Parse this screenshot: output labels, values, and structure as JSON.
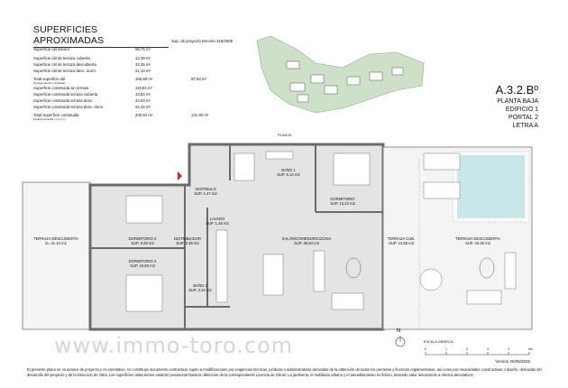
{
  "surfaces": {
    "title": "SUPERFICIES APROXIMADAS",
    "header": "Sup. de proyecto  Decreto 218/2005",
    "rows": [
      {
        "label": "Superficie útil interior",
        "note": "",
        "value": "68,75  m²",
        "decree": ""
      },
      {
        "label": "Superficie útil de terraza cubierta",
        "note": "",
        "value": "13,39  m²",
        "decree": ""
      },
      {
        "label": "Superficie útil de terraza descubierta",
        "note": "",
        "value": "43,35  m²",
        "decree": ""
      },
      {
        "label": "Superficie útil de terraza desc. dorm.",
        "note": "",
        "value": "21,10  m²",
        "decree": ""
      },
      {
        "label": "Total superficie útil",
        "note": "(incluye interior y terrazas)",
        "value": "166,59  m²",
        "decree": "97,63  m²"
      },
      {
        "label": "Superficie construida sin terraza",
        "note": "",
        "value": "119,82  m²",
        "decree": ""
      },
      {
        "label": "Superficie construida terraza cubierta",
        "note": "",
        "value": "13,84  m²",
        "decree": ""
      },
      {
        "label": "Superficie construida terraza desc.",
        "note": "",
        "value": "44,84  m²",
        "decree": ""
      },
      {
        "label": "Superficie construida terraza desc. dorm.",
        "note": "",
        "value": "22,34  m²",
        "decree": ""
      },
      {
        "label": "Total Superficie construida",
        "note": "(incluye terrazas y z.p.c.c.)",
        "value": "200,84  m²",
        "decree": "131,80  m²"
      }
    ]
  },
  "unit": {
    "code": "A.3.2.Bº",
    "floor": "PLANTA BAJA",
    "building": "EDIFICIO 1",
    "portal": "PORTAL  2",
    "letter": "LETRA A"
  },
  "site_plan_label": "PLANTA",
  "rooms": [
    {
      "name": "VESTÍBULO",
      "area": "SUP. 1.47 m2"
    },
    {
      "name": "BAÑO 1",
      "area": "SUP. 5.10 m2"
    },
    {
      "name": "DORMITORIO",
      "area": "SUP. 13.22 m2"
    },
    {
      "name": "LAVADO",
      "area": "SUP. 1.48 m2"
    },
    {
      "name": "DORMITORIO 3",
      "area": "SUP. 9.28 m2"
    },
    {
      "name": "DISTRIBUIDOR",
      "area": "SUP. 3.35 m2"
    },
    {
      "name": "SALÓN/COMEDOR/COCINA",
      "area": "SUP. 36.84 m2"
    },
    {
      "name": "TERRAZA CUB.",
      "area": "SUP. 13.38 m2"
    },
    {
      "name": "TERRAZA DESCUBIERTA",
      "area": "SUP. 43.35 m2"
    },
    {
      "name": "TERRAZA DESCUBIERTA",
      "area": "S= 21.10 m2"
    },
    {
      "name": "DORMITORIO 2",
      "area": "SUP. 10.80 m2"
    },
    {
      "name": "BAÑO 2",
      "area": "SUP. 3.20 m2"
    }
  ],
  "watermark": "www.immo-toro.com",
  "north": "N",
  "scale": {
    "title": "ESCALA GRÁFICA",
    "ticks": [
      "0",
      "1",
      "2",
      "3",
      "4",
      "5m"
    ]
  },
  "version": "Versión 26/05/2025",
  "disclaimer": "El presente plano es un avance de proyecto y es orientativo, no constituye documento contractual, sujeto a modificaciones por exigencias técnicas, jurídicas o administrativas derivadas de la obtención de todos los permisos y licencias reglamentarios, así como por necesidades constructivas o diseño, derivadas del desarrollo del proyecto y de la Dirección de Obra. Las superficies útiles tienen carácter provisional hasta la obtención de la correspondiente Licencia de Obras. La jardinería, el mobiliario urbano y el amueblamiento es ficticio, teniendo valor únicamente a efectos decorativos.",
  "colors": {
    "interior": "#e4e4e4",
    "wall": "#6b6b6b",
    "terrace": "#f4f4f4",
    "pool": "#c9e6e8",
    "site_green": "#cfe0c8",
    "entry_marker": "#e0201c"
  }
}
